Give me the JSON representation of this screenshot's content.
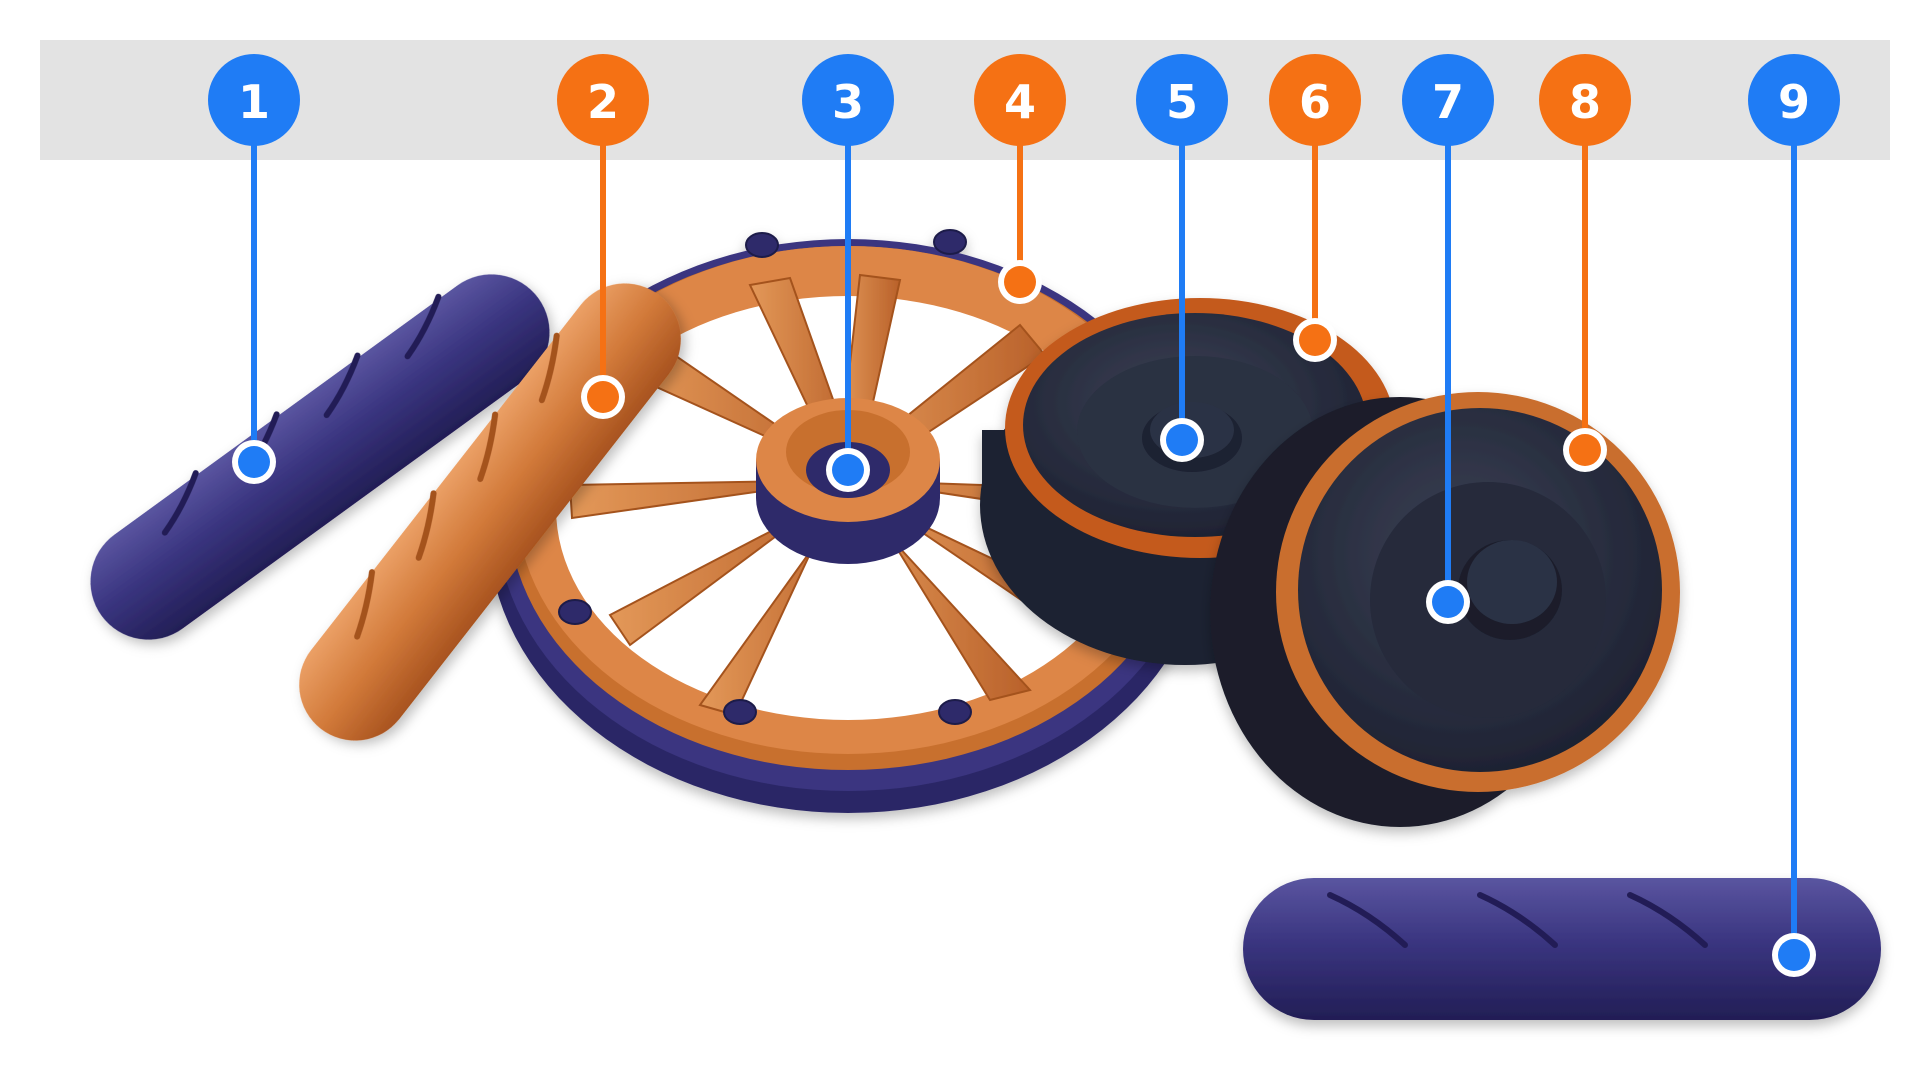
{
  "colors": {
    "blue": "#1f7cf5",
    "orange": "#f57114",
    "navy": "#2f2a6b",
    "navy_light": "#4a4590",
    "wood": "#d27a3a",
    "wood_dark": "#a4521f",
    "wood_light": "#e59a5a",
    "disc": "#252a3a",
    "disc_light": "#3a4052",
    "header_band": "#e3e3e3"
  },
  "callouts": [
    {
      "label": "1",
      "color": "blue"
    },
    {
      "label": "2",
      "color": "orange"
    },
    {
      "label": "3",
      "color": "blue"
    },
    {
      "label": "4",
      "color": "orange"
    },
    {
      "label": "5",
      "color": "blue"
    },
    {
      "label": "6",
      "color": "orange"
    },
    {
      "label": "7",
      "color": "blue"
    },
    {
      "label": "8",
      "color": "orange"
    },
    {
      "label": "9",
      "color": "blue"
    }
  ]
}
